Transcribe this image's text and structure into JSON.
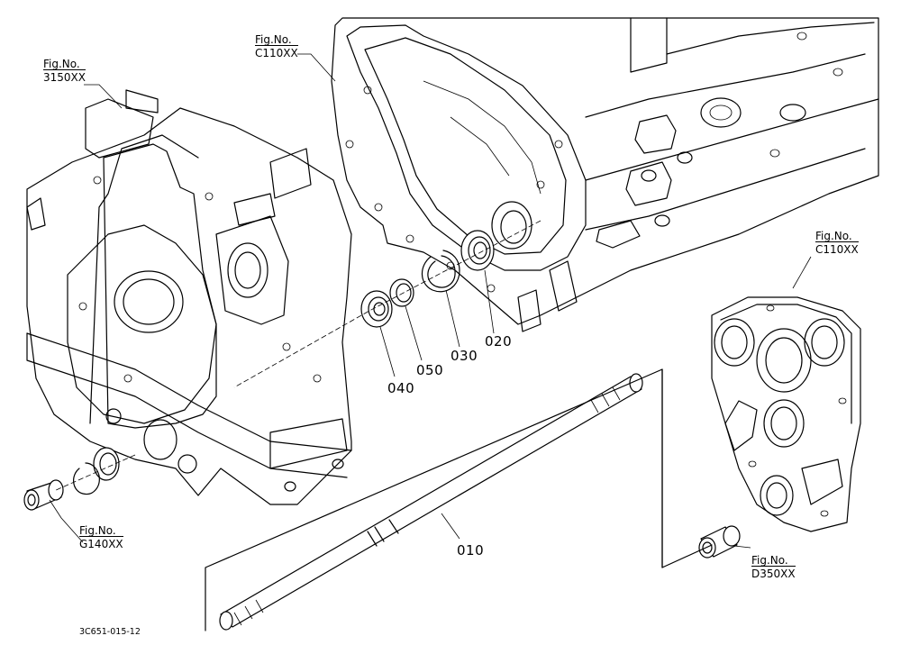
{
  "figure_refs": {
    "r3150": {
      "line1": "Fig.No.",
      "line2": "3150XX"
    },
    "rc110_top": {
      "line1": "Fig.No.",
      "line2": "C110XX"
    },
    "rc110_right": {
      "line1": "Fig.No.",
      "line2": "C110XX"
    },
    "rg140": {
      "line1": "Fig.No.",
      "line2": "G140XX"
    },
    "rd350": {
      "line1": "Fig.No.",
      "line2": "D350XX"
    }
  },
  "parts": {
    "p010": "010",
    "p020": "020",
    "p030": "030",
    "p040": "040",
    "p050": "050"
  },
  "drawing_code": "3C651-015-12"
}
